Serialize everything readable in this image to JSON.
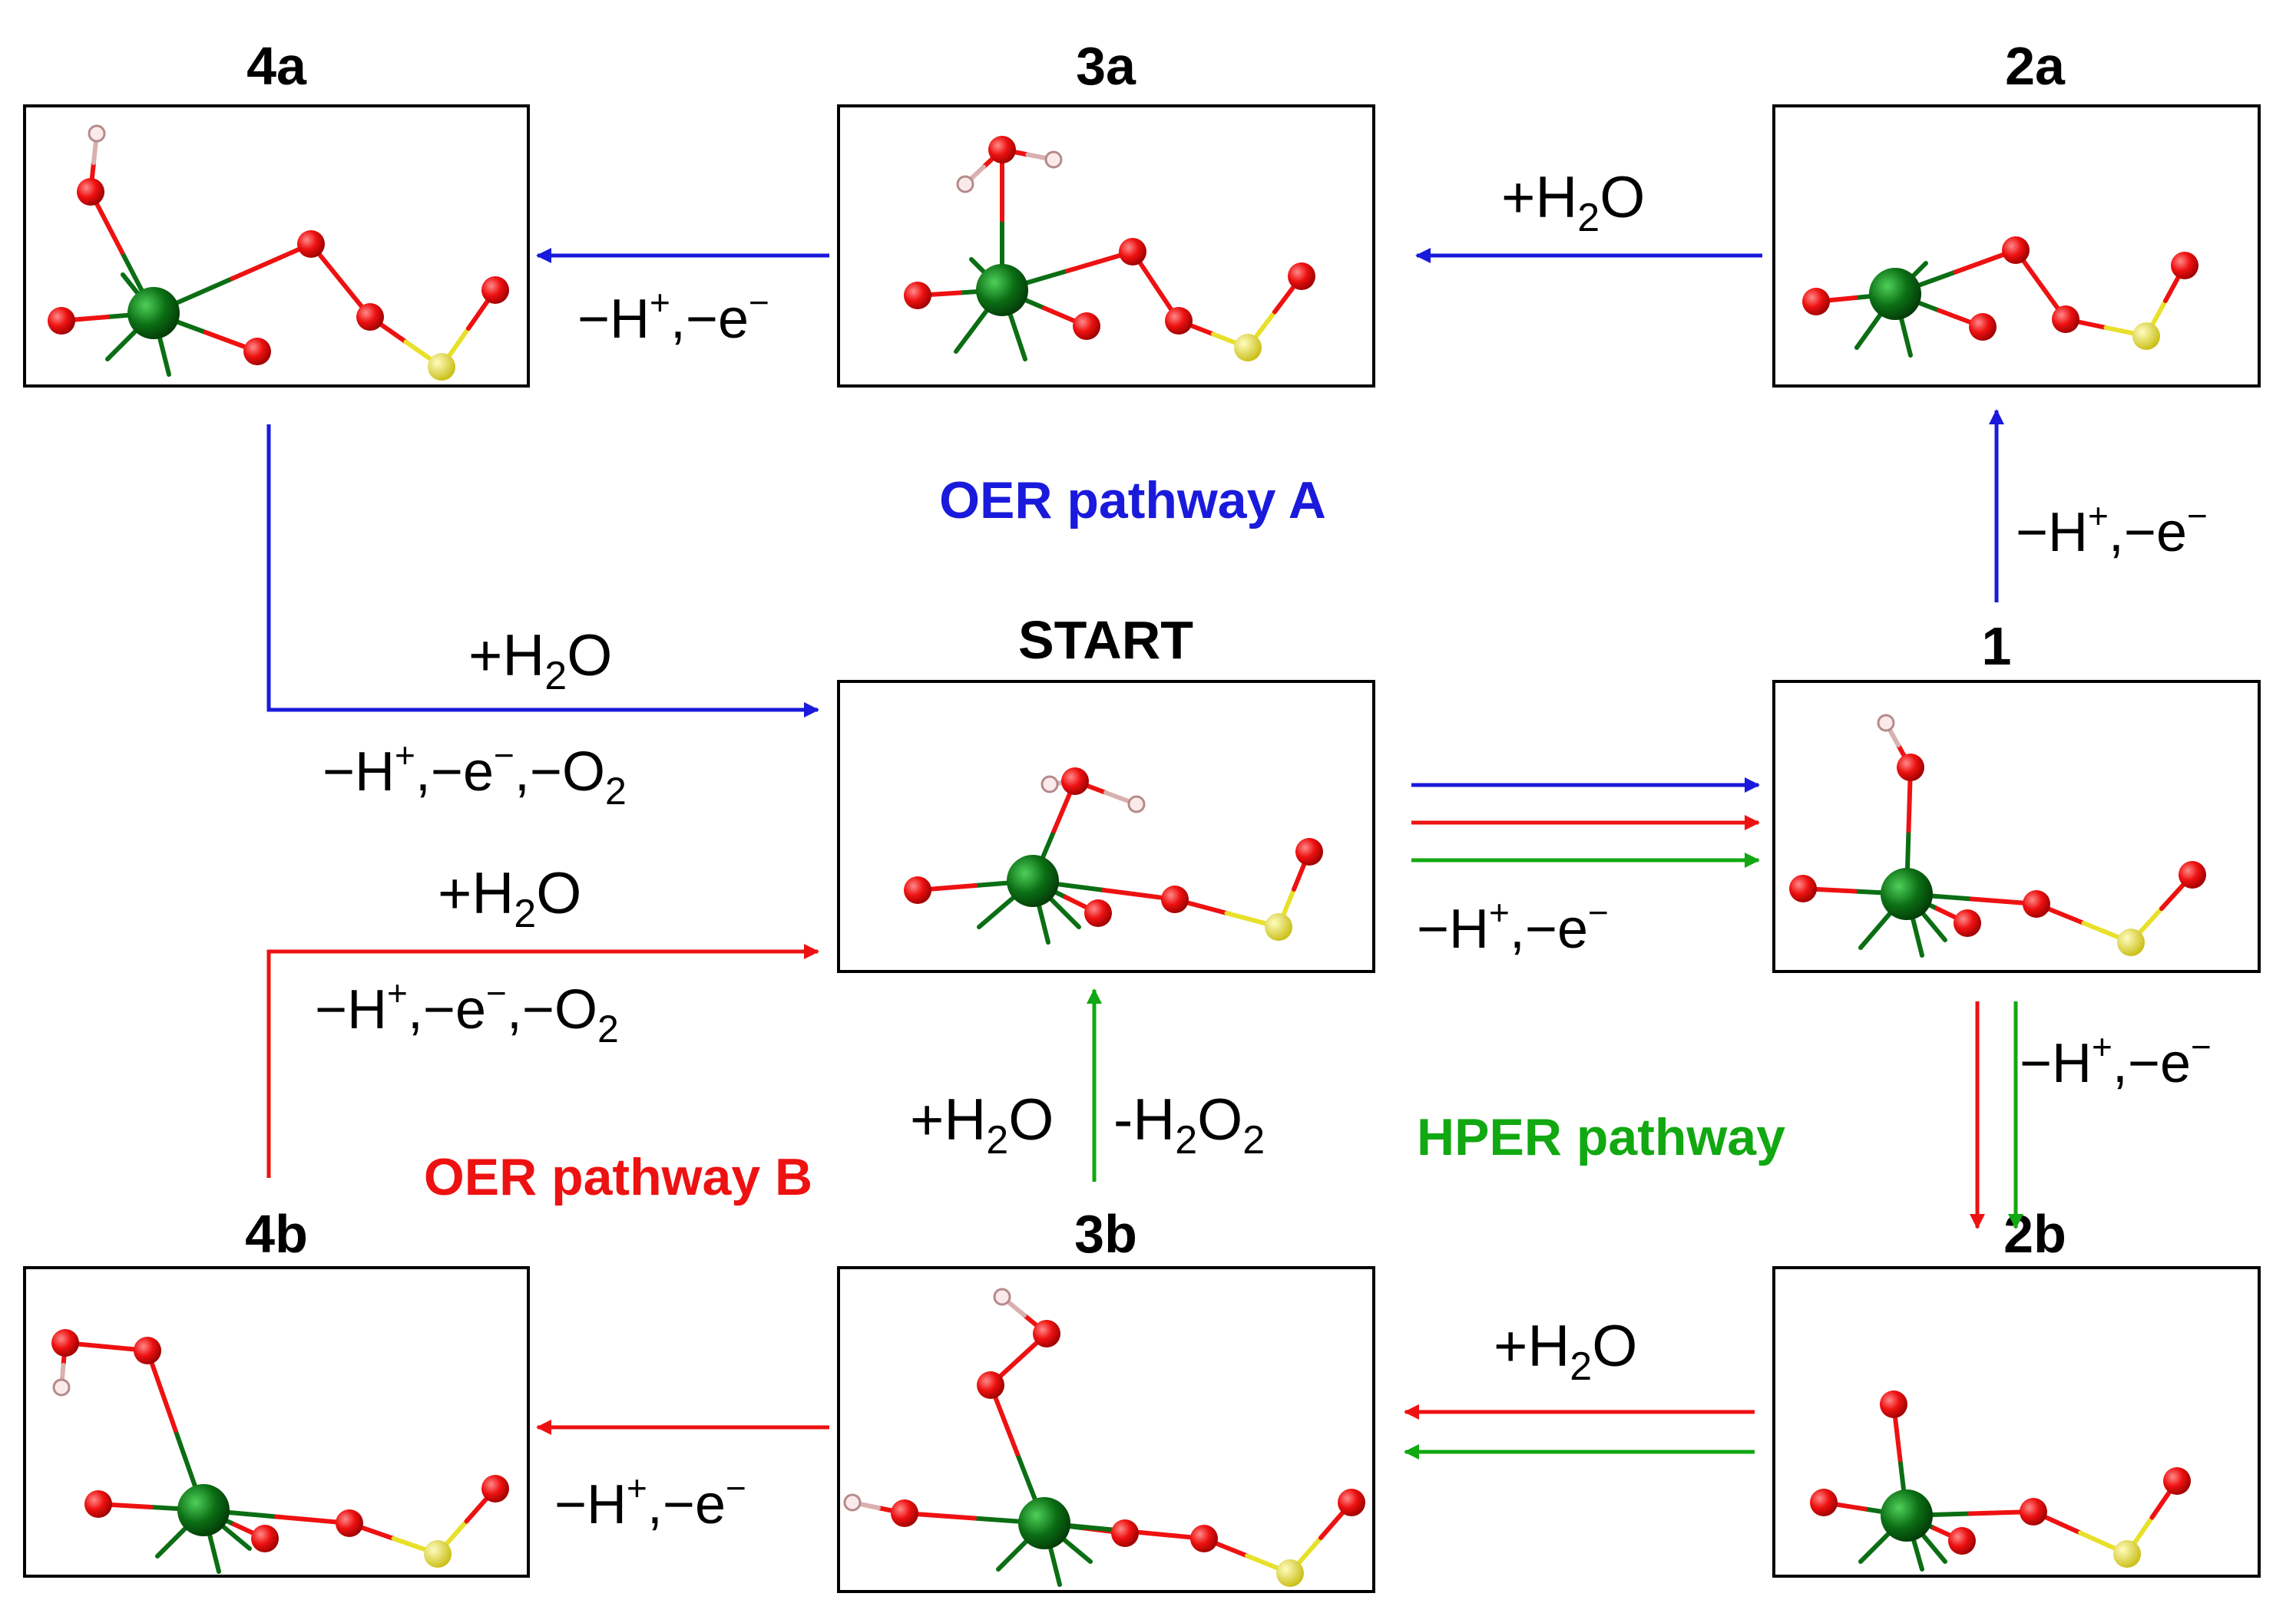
{
  "colors": {
    "pathway_a": "#1a1adc",
    "pathway_b": "#ee1111",
    "hper": "#11a811",
    "oxygen": "#ee1111",
    "metal": "#0b6e14",
    "sulfur": "#e8e02a",
    "hydrogen": "#f4d8d8"
  },
  "states": {
    "start": "START",
    "s1": "1",
    "s2a": "2a",
    "s3a": "3a",
    "s4a": "4a",
    "s2b": "2b",
    "s3b": "3b",
    "s4b": "4b"
  },
  "pathways": {
    "a": "OER pathway A",
    "b": "OER pathway B",
    "hper": "HPER pathway"
  },
  "labels": {
    "h2o": "+H",
    "h2o_sub": "2",
    "h2o_tail": "O",
    "h2o2": "-H",
    "h2o2_sub": "2",
    "h2o2_mid": "O",
    "h2o2_sub2": "2",
    "minus_h": "−H",
    "plus_sup": "+",
    "comma_e": ",−e",
    "minus_sup": "−",
    "comma_o2": ",−O",
    "o2_sub": "2"
  },
  "icons": [
    "metal-atom",
    "oxygen-atom",
    "hydrogen-atom",
    "sulfur-atom"
  ]
}
